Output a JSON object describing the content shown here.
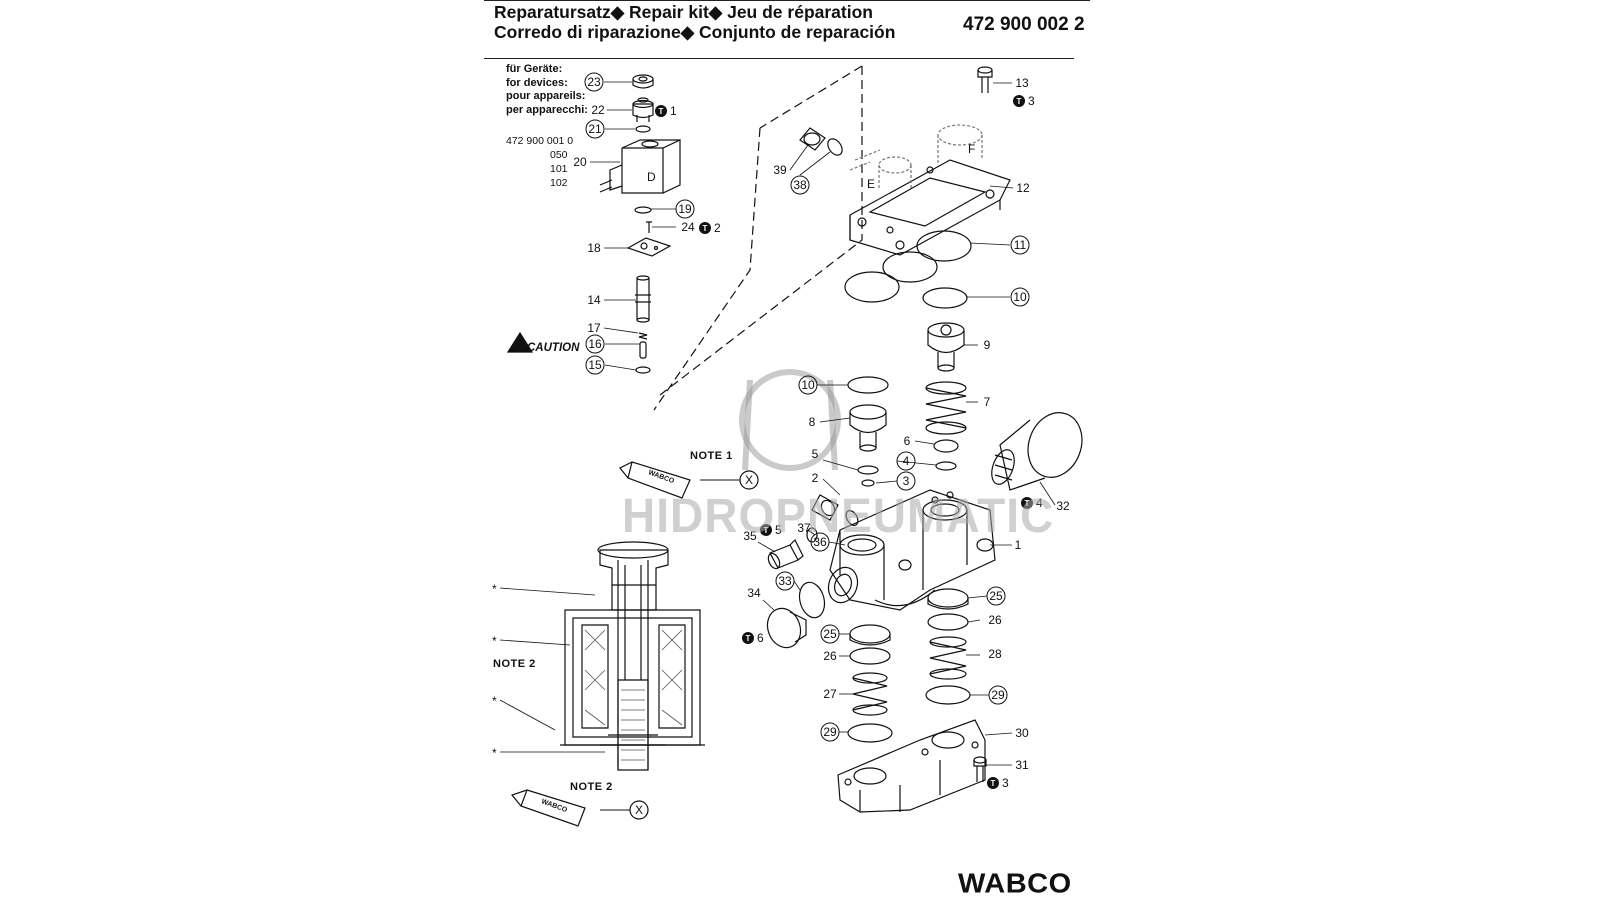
{
  "header": {
    "title_line1": "Reparatursatz◆ Repair kit◆ Jeu de réparation",
    "title_line2": "Corredo di riparazione◆ Conjunto de reparación",
    "part_number": "472 900 002 2"
  },
  "devices": {
    "labels": [
      "für Geräte:",
      "for devices:",
      "pour appareils:",
      "per apparecchi:"
    ],
    "numbers": [
      "472 900 001 0",
      "050",
      "101",
      "102"
    ]
  },
  "caution_label": "CAUTION",
  "notes": {
    "note1": "NOTE 1",
    "note2a": "NOTE 2",
    "note2b": "NOTE 2",
    "x_symbol": "X"
  },
  "callouts": {
    "c23": "23",
    "c22": "22",
    "c21": "21",
    "c20": "20",
    "c19": "19",
    "c24": "24",
    "c18": "18",
    "c14": "14",
    "c17": "17",
    "c16": "16",
    "c15": "15",
    "c13": "13",
    "c39": "39",
    "c38": "38",
    "c12": "12",
    "c11": "11",
    "c10a": "10",
    "c9": "9",
    "c10b": "10",
    "c8": "8",
    "c7": "7",
    "c6": "6",
    "c5": "5",
    "c4": "4",
    "c3": "3",
    "c2": "2",
    "c32": "32",
    "c37": "37",
    "c35": "35",
    "c36": "36",
    "c1": "1",
    "c33": "33",
    "c34": "34",
    "c25a": "25",
    "c26a": "26",
    "c25b": "25",
    "c26b": "26",
    "c28": "28",
    "c27": "27",
    "c29a": "29",
    "c29b": "29",
    "c30": "30",
    "c31": "31"
  },
  "torque_marks": {
    "t1": "1",
    "t2": "2",
    "t3a": "3",
    "t3b": "3",
    "t4": "4",
    "t5": "5",
    "t6": "6"
  },
  "part_letters": {
    "d": "D",
    "e": "E",
    "f": "F"
  },
  "tube_label": "WABCO",
  "asterisk": "*",
  "watermark": "HIDROPNEUMATIC",
  "brand_logo": "WABCO"
}
